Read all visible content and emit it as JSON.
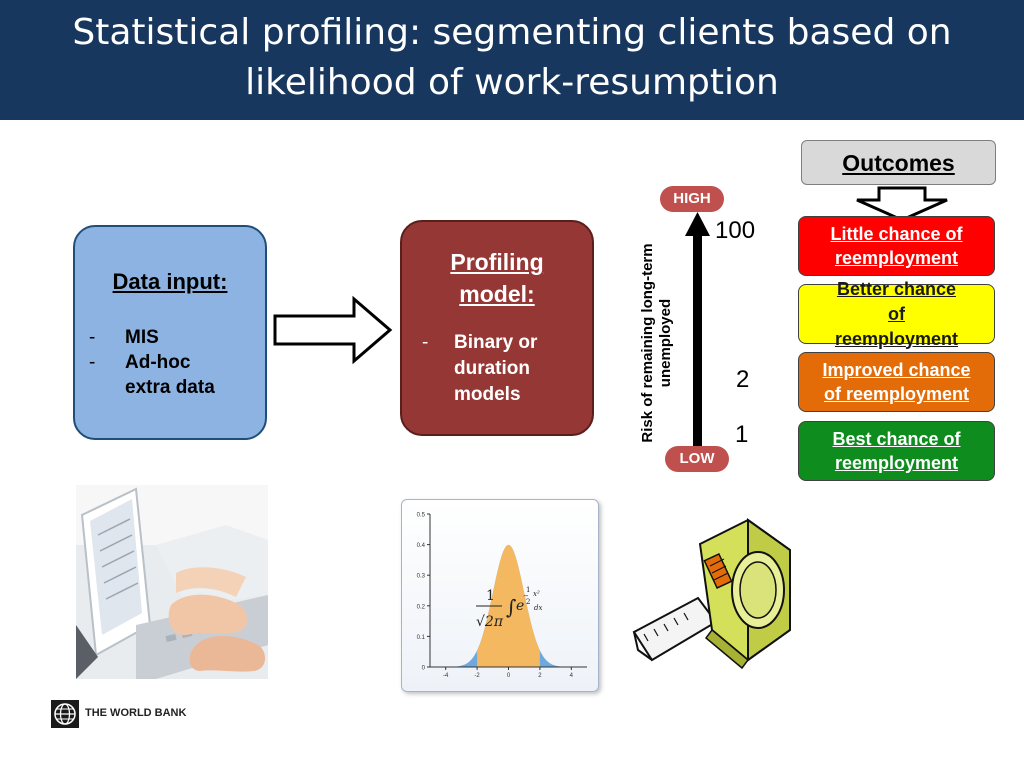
{
  "title": {
    "line1": "Statistical profiling: segmenting clients based on",
    "line2": "likelihood of work-resumption"
  },
  "data_input": {
    "heading": "Data input:",
    "items": [
      "MIS",
      "Ad-hoc",
      "extra data"
    ]
  },
  "profiling_model": {
    "heading_line1": "Profiling",
    "heading_line2": "model:",
    "items": [
      "Binary or",
      "duration",
      "models"
    ]
  },
  "risk_scale": {
    "high_label": "HIGH",
    "low_label": "LOW",
    "axis_label_line1": "Risk of remaining long-term",
    "axis_label_line2": "unemployed",
    "values": [
      "100",
      "2",
      "1"
    ]
  },
  "outcomes": {
    "header": "Outcomes",
    "items": [
      {
        "line1": "Little chance of",
        "line2": "reemployment"
      },
      {
        "line1": "Better chance",
        "line2": "of",
        "line3": "reemployment"
      },
      {
        "line1": "Improved chance",
        "line2": "of reemployment"
      },
      {
        "line1": "Best chance of",
        "line2": "reemployment"
      }
    ]
  },
  "normal_chart": {
    "y_ticks": [
      "0.5",
      "0.4",
      "0.3",
      "0.2",
      "0.1",
      "0"
    ],
    "x_ticks": [
      "-4",
      "-2",
      "0",
      "2",
      "4"
    ]
  },
  "footer": {
    "logo_text": "THE WORLD BANK"
  },
  "colors": {
    "banner": "#17375e",
    "data_box": "#8db3e2",
    "model_box": "#953735",
    "outcome_red": "#ff0000",
    "outcome_yellow": "#ffff00",
    "outcome_orange": "#e36c09",
    "outcome_green": "#0f8c1e",
    "pill": "#c0504d"
  },
  "icons": {
    "process_arrow": "right-arrow-icon",
    "outcome_arrow": "down-arrow-icon",
    "scale_arrow": "up-arrow-icon",
    "photo": "typing-hands-photo",
    "chart": "normal-distribution-chart",
    "tape": "tape-measure-icon",
    "logo": "world-bank-globe-icon"
  }
}
